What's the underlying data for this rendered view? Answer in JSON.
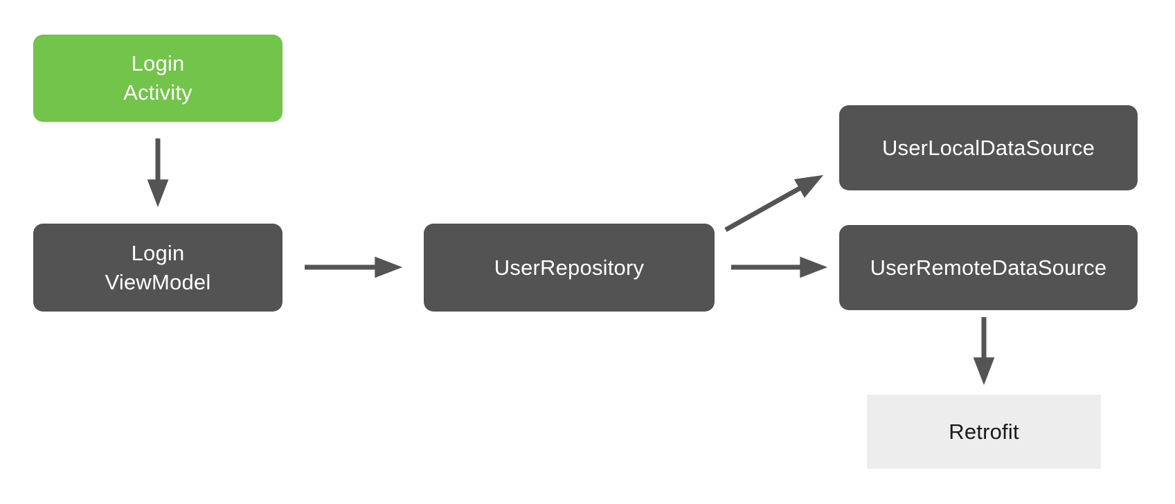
{
  "diagram": {
    "nodes": {
      "login_activity": {
        "label": "Login\nActivity"
      },
      "login_viewmodel": {
        "label": "Login\nViewModel"
      },
      "user_repository": {
        "label": "UserRepository"
      },
      "user_local_data_source": {
        "label": "UserLocalDataSource"
      },
      "user_remote_data_source": {
        "label": "UserRemoteDataSource"
      },
      "retrofit": {
        "label": "Retrofit"
      }
    },
    "edges": [
      {
        "from": "login_activity",
        "to": "login_viewmodel"
      },
      {
        "from": "login_viewmodel",
        "to": "user_repository"
      },
      {
        "from": "user_repository",
        "to": "user_local_data_source"
      },
      {
        "from": "user_repository",
        "to": "user_remote_data_source"
      },
      {
        "from": "user_remote_data_source",
        "to": "retrofit"
      }
    ]
  },
  "colors": {
    "activity_green": "#72C44A",
    "node_dark": "#535353",
    "node_light": "#EDEDED",
    "arrow": "#545454",
    "text_on_green": "#FFFFFF",
    "text_on_dark": "#FFFFFF",
    "text_on_light": "#1A1A1A",
    "background": "#FFFFFF"
  }
}
